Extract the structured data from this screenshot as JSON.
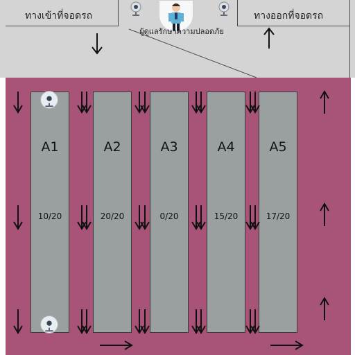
{
  "header": {
    "entrance_label": "ทางเข้าที่จอดรถ",
    "exit_label": "ทางออกที่จอดรถ",
    "guard_label": "ผู้ดูแลรักษาความปลอดภัย"
  },
  "slots": [
    {
      "name": "A1",
      "count": "10/20"
    },
    {
      "name": "A2",
      "count": "20/20"
    },
    {
      "name": "A3",
      "count": "0/20"
    },
    {
      "name": "A4",
      "count": "15/20"
    },
    {
      "name": "A5",
      "count": "17/20"
    }
  ],
  "colors": {
    "lot": "#a85478",
    "slot": "#9aa0a0",
    "header": "#d4d4d4"
  },
  "icons": {
    "camera": "security-camera-icon",
    "guard": "security-guard-icon",
    "down_arrow": "arrow-down-icon",
    "up_arrow": "arrow-up-icon",
    "right_arrow": "arrow-right-icon"
  }
}
